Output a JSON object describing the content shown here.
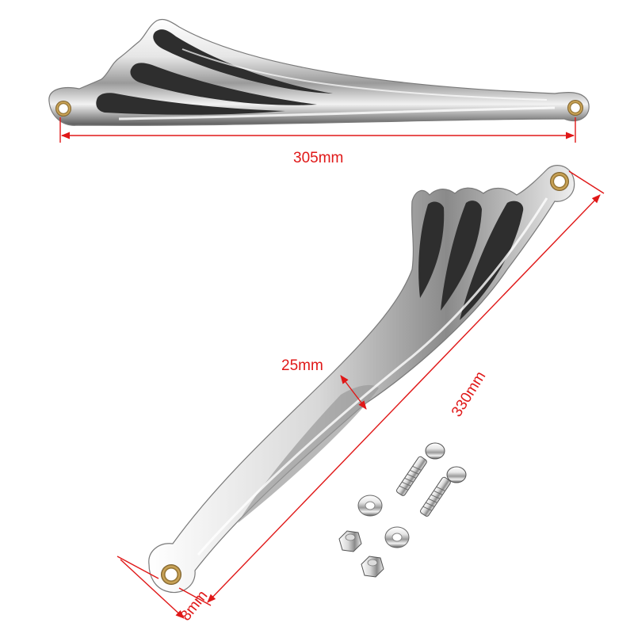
{
  "product": {
    "name": "chrome shift linkage with mounting hardware"
  },
  "dimensions": {
    "top_length": "305mm",
    "width": "25mm",
    "diagonal_length": "330mm",
    "eye_diameter": "8mm"
  },
  "colors": {
    "dimension_line": "#e01818",
    "chrome_light": "#fafafa",
    "chrome_mid": "#c8c8c8",
    "chrome_dark": "#3a3a3a",
    "brass_bushing": "#c8a050"
  },
  "hardware": {
    "bolts": 2,
    "washers": 2,
    "nuts": 2
  }
}
